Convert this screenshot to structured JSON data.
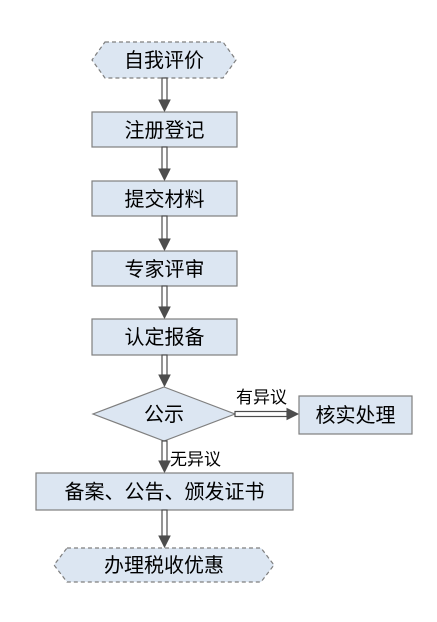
{
  "flowchart": {
    "start": {
      "label": "自我评价"
    },
    "register": {
      "label": "注册登记"
    },
    "submit_materials": {
      "label": "提交材料"
    },
    "expert_review": {
      "label": "专家评审"
    },
    "certify_report": {
      "label": "认定报备"
    },
    "publicity": {
      "label": "公示"
    },
    "verify_handle": {
      "label": "核实处理"
    },
    "record_announce_issue": {
      "label": "备案、公告、颁发证书"
    },
    "end": {
      "label": "办理税收优惠"
    },
    "edge_objection": {
      "label": "有异议"
    },
    "edge_no_objection": {
      "label": "无异议"
    }
  }
}
